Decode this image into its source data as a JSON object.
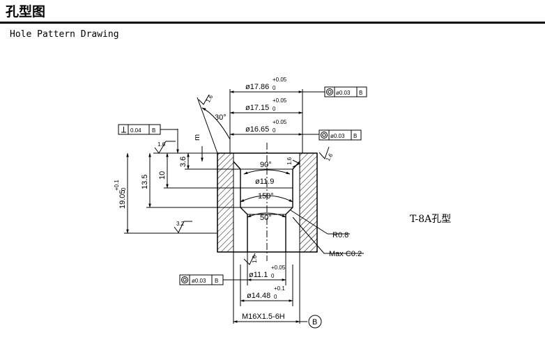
{
  "header": {
    "title": "孔型图",
    "subtitle": "Hole Pattern Drawing"
  },
  "caption": "T-8A孔型",
  "dims": {
    "d1786": "ø17.86",
    "d1715": "ø17.15",
    "d1665": "ø16.65",
    "tol005": "+0.05",
    "tol0": "0",
    "d119": "ø11.9",
    "d111": "ø11.1",
    "d1448": "ø14.48",
    "tol01": "+0.1",
    "thread": "M16X1.5-6H",
    "a90": "90°",
    "a150": "150°",
    "a50": "50°",
    "a30": "30°",
    "r08": "R0.8",
    "c02": "Max C0.2",
    "h36": "3.6",
    "h10": "10",
    "h135": "13.5",
    "h1905": "19.05",
    "m": "m",
    "rough16": "1.6",
    "rough32": "3.2"
  },
  "frames": {
    "conc_top": "ø0.03",
    "conc_mid": "ø0.03",
    "conc_bot": "ø0.03",
    "perp_val": "0.04",
    "datum": "B"
  },
  "datum_label": "B",
  "colors": {
    "ink": "#000000",
    "hatch": "#000000"
  }
}
